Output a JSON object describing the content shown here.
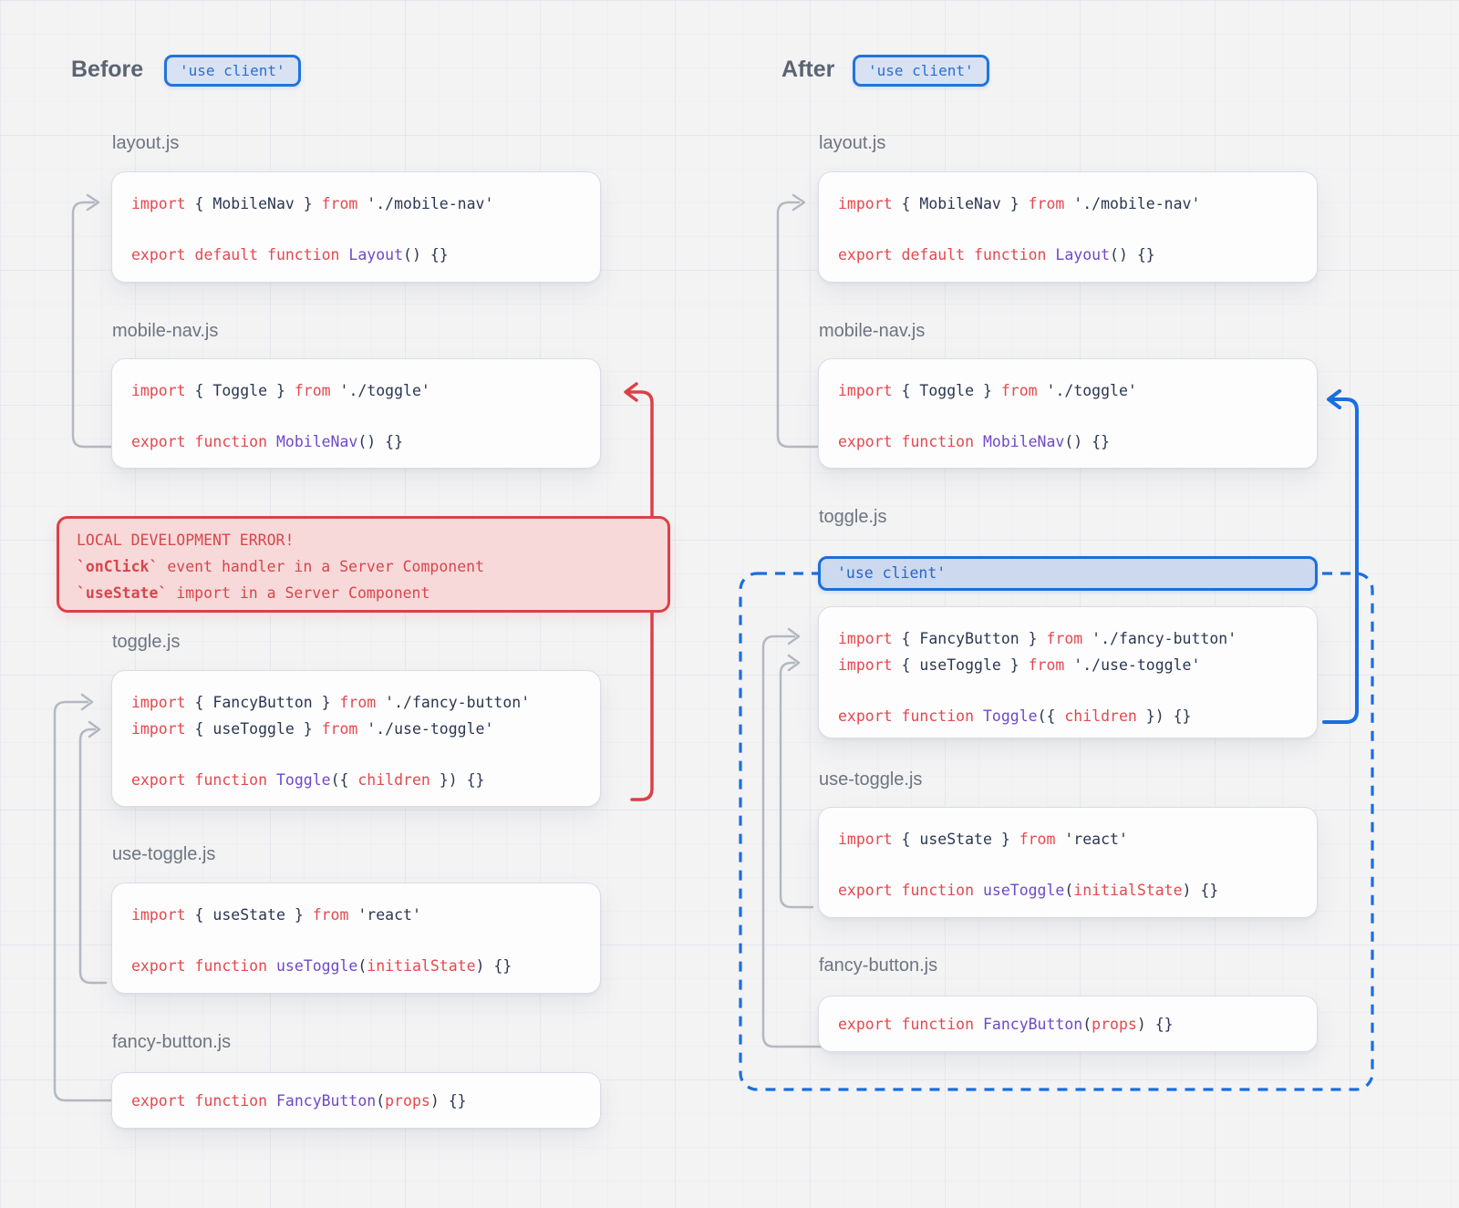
{
  "colors": {
    "accent_blue": "#1b6ede",
    "badge_text_blue": "#2a6fd3",
    "error_red": "#dd4046",
    "keyword_red": "#e5484d",
    "function_purple": "#6e49c8",
    "code_dark": "#2b3650",
    "arrow_gray": "#b3b8c1",
    "background": "#f3f3f4"
  },
  "before": {
    "heading": "Before",
    "badge": "'use client'",
    "files": {
      "layout": {
        "label": "layout.js",
        "lines": [
          [
            [
              "kw",
              "import"
            ],
            [
              "pl",
              " { MobileNav } "
            ],
            [
              "kw",
              "from"
            ],
            [
              "pl",
              " './mobile-nav'"
            ]
          ],
          [],
          [
            [
              "kw",
              "export default function "
            ],
            [
              "fn",
              "Layout"
            ],
            [
              "pl",
              "() {}"
            ]
          ]
        ]
      },
      "mobile_nav": {
        "label": "mobile-nav.js",
        "lines": [
          [
            [
              "kw",
              "import"
            ],
            [
              "pl",
              " { Toggle } "
            ],
            [
              "kw",
              "from"
            ],
            [
              "pl",
              " './toggle'"
            ]
          ],
          [],
          [
            [
              "kw",
              "export function "
            ],
            [
              "fn",
              "MobileNav"
            ],
            [
              "pl",
              "() {}"
            ]
          ]
        ]
      },
      "toggle": {
        "label": "toggle.js",
        "lines": [
          [
            [
              "kw",
              "import"
            ],
            [
              "pl",
              " { FancyButton } "
            ],
            [
              "kw",
              "from"
            ],
            [
              "pl",
              " './fancy-button'"
            ]
          ],
          [
            [
              "kw",
              "import"
            ],
            [
              "pl",
              " { useToggle } "
            ],
            [
              "kw",
              "from"
            ],
            [
              "pl",
              " './use-toggle'"
            ]
          ],
          [],
          [
            [
              "kw",
              "export function "
            ],
            [
              "fn",
              "Toggle"
            ],
            [
              "pl",
              "({ "
            ],
            [
              "prm",
              "children"
            ],
            [
              "pl",
              " }) {}"
            ]
          ]
        ]
      },
      "use_toggle": {
        "label": "use-toggle.js",
        "lines": [
          [
            [
              "kw",
              "import"
            ],
            [
              "pl",
              " { useState } "
            ],
            [
              "kw",
              "from"
            ],
            [
              "pl",
              " 'react'"
            ]
          ],
          [],
          [
            [
              "kw",
              "export function "
            ],
            [
              "fn",
              "useToggle"
            ],
            [
              "pl",
              "("
            ],
            [
              "prm",
              "initialState"
            ],
            [
              "pl",
              ") {}"
            ]
          ]
        ]
      },
      "fancy_button": {
        "label": "fancy-button.js",
        "lines": [
          [
            [
              "kw",
              "export function "
            ],
            [
              "fn",
              "FancyButton"
            ],
            [
              "pl",
              "("
            ],
            [
              "prm",
              "props"
            ],
            [
              "pl",
              ") {}"
            ]
          ]
        ]
      }
    },
    "error": {
      "lines": [
        [
          [
            "t",
            "LOCAL DEVELOPMENT ERROR!"
          ]
        ],
        [
          [
            "b",
            "`onClick`"
          ],
          [
            "t",
            " event handler in a Server Component"
          ]
        ],
        [
          [
            "b",
            "`useState`"
          ],
          [
            "t",
            " import in a Server Component"
          ]
        ]
      ]
    }
  },
  "after": {
    "heading": "After",
    "badge": "'use client'",
    "client_directive": "'use client'",
    "files": {
      "layout": {
        "label": "layout.js",
        "lines": [
          [
            [
              "kw",
              "import"
            ],
            [
              "pl",
              " { MobileNav } "
            ],
            [
              "kw",
              "from"
            ],
            [
              "pl",
              " './mobile-nav'"
            ]
          ],
          [],
          [
            [
              "kw",
              "export default function "
            ],
            [
              "fn",
              "Layout"
            ],
            [
              "pl",
              "() {}"
            ]
          ]
        ]
      },
      "mobile_nav": {
        "label": "mobile-nav.js",
        "lines": [
          [
            [
              "kw",
              "import"
            ],
            [
              "pl",
              " { Toggle } "
            ],
            [
              "kw",
              "from"
            ],
            [
              "pl",
              " './toggle'"
            ]
          ],
          [],
          [
            [
              "kw",
              "export function "
            ],
            [
              "fn",
              "MobileNav"
            ],
            [
              "pl",
              "() {}"
            ]
          ]
        ]
      },
      "toggle": {
        "label": "toggle.js",
        "lines": [
          [
            [
              "kw",
              "import"
            ],
            [
              "pl",
              " { FancyButton } "
            ],
            [
              "kw",
              "from"
            ],
            [
              "pl",
              " './fancy-button'"
            ]
          ],
          [
            [
              "kw",
              "import"
            ],
            [
              "pl",
              " { useToggle } "
            ],
            [
              "kw",
              "from"
            ],
            [
              "pl",
              " './use-toggle'"
            ]
          ],
          [],
          [
            [
              "kw",
              "export function "
            ],
            [
              "fn",
              "Toggle"
            ],
            [
              "pl",
              "({ "
            ],
            [
              "prm",
              "children"
            ],
            [
              "pl",
              " }) {}"
            ]
          ]
        ]
      },
      "use_toggle": {
        "label": "use-toggle.js",
        "lines": [
          [
            [
              "kw",
              "import"
            ],
            [
              "pl",
              " { useState } "
            ],
            [
              "kw",
              "from"
            ],
            [
              "pl",
              " 'react'"
            ]
          ],
          [],
          [
            [
              "kw",
              "export function "
            ],
            [
              "fn",
              "useToggle"
            ],
            [
              "pl",
              "("
            ],
            [
              "prm",
              "initialState"
            ],
            [
              "pl",
              ") {}"
            ]
          ]
        ]
      },
      "fancy_button": {
        "label": "fancy-button.js",
        "lines": [
          [
            [
              "kw",
              "export function "
            ],
            [
              "fn",
              "FancyButton"
            ],
            [
              "pl",
              "("
            ],
            [
              "prm",
              "props"
            ],
            [
              "pl",
              ") {}"
            ]
          ]
        ]
      }
    }
  }
}
